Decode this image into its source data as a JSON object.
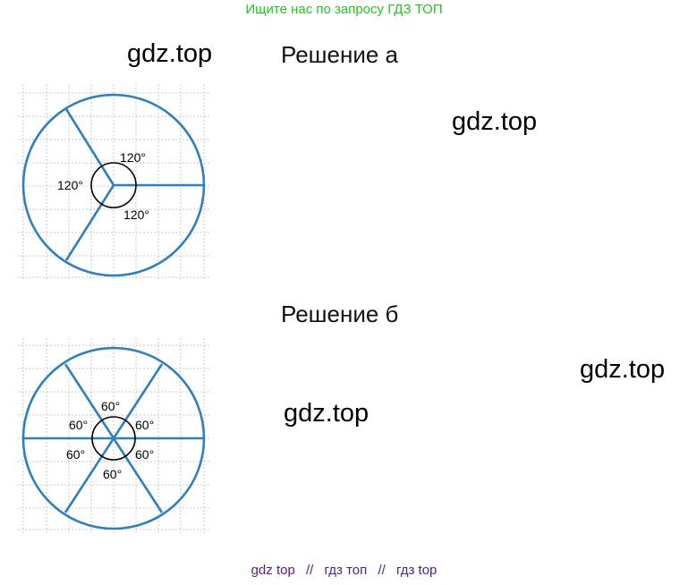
{
  "banner": "Ищите нас по запросу ГДЗ ТОП",
  "watermarks": [
    "gdz.top",
    "gdz.top",
    "gdz.top",
    "gdz.top"
  ],
  "headings": {
    "a": "Решение а",
    "b": "Решение б"
  },
  "diagram_a": {
    "sectors": 3,
    "angles": [
      "120°",
      "120°",
      "120°"
    ]
  },
  "diagram_b": {
    "sectors": 6,
    "angles": [
      "60°",
      "60°",
      "60°",
      "60°",
      "60°",
      "60°"
    ]
  },
  "footer": {
    "links": [
      "gdz top",
      "гдз топ",
      "гдз top"
    ],
    "separator": "//"
  },
  "colors": {
    "banner": "#21c521",
    "circle": "#2f7fbf",
    "footer": "#5a1d7a"
  }
}
